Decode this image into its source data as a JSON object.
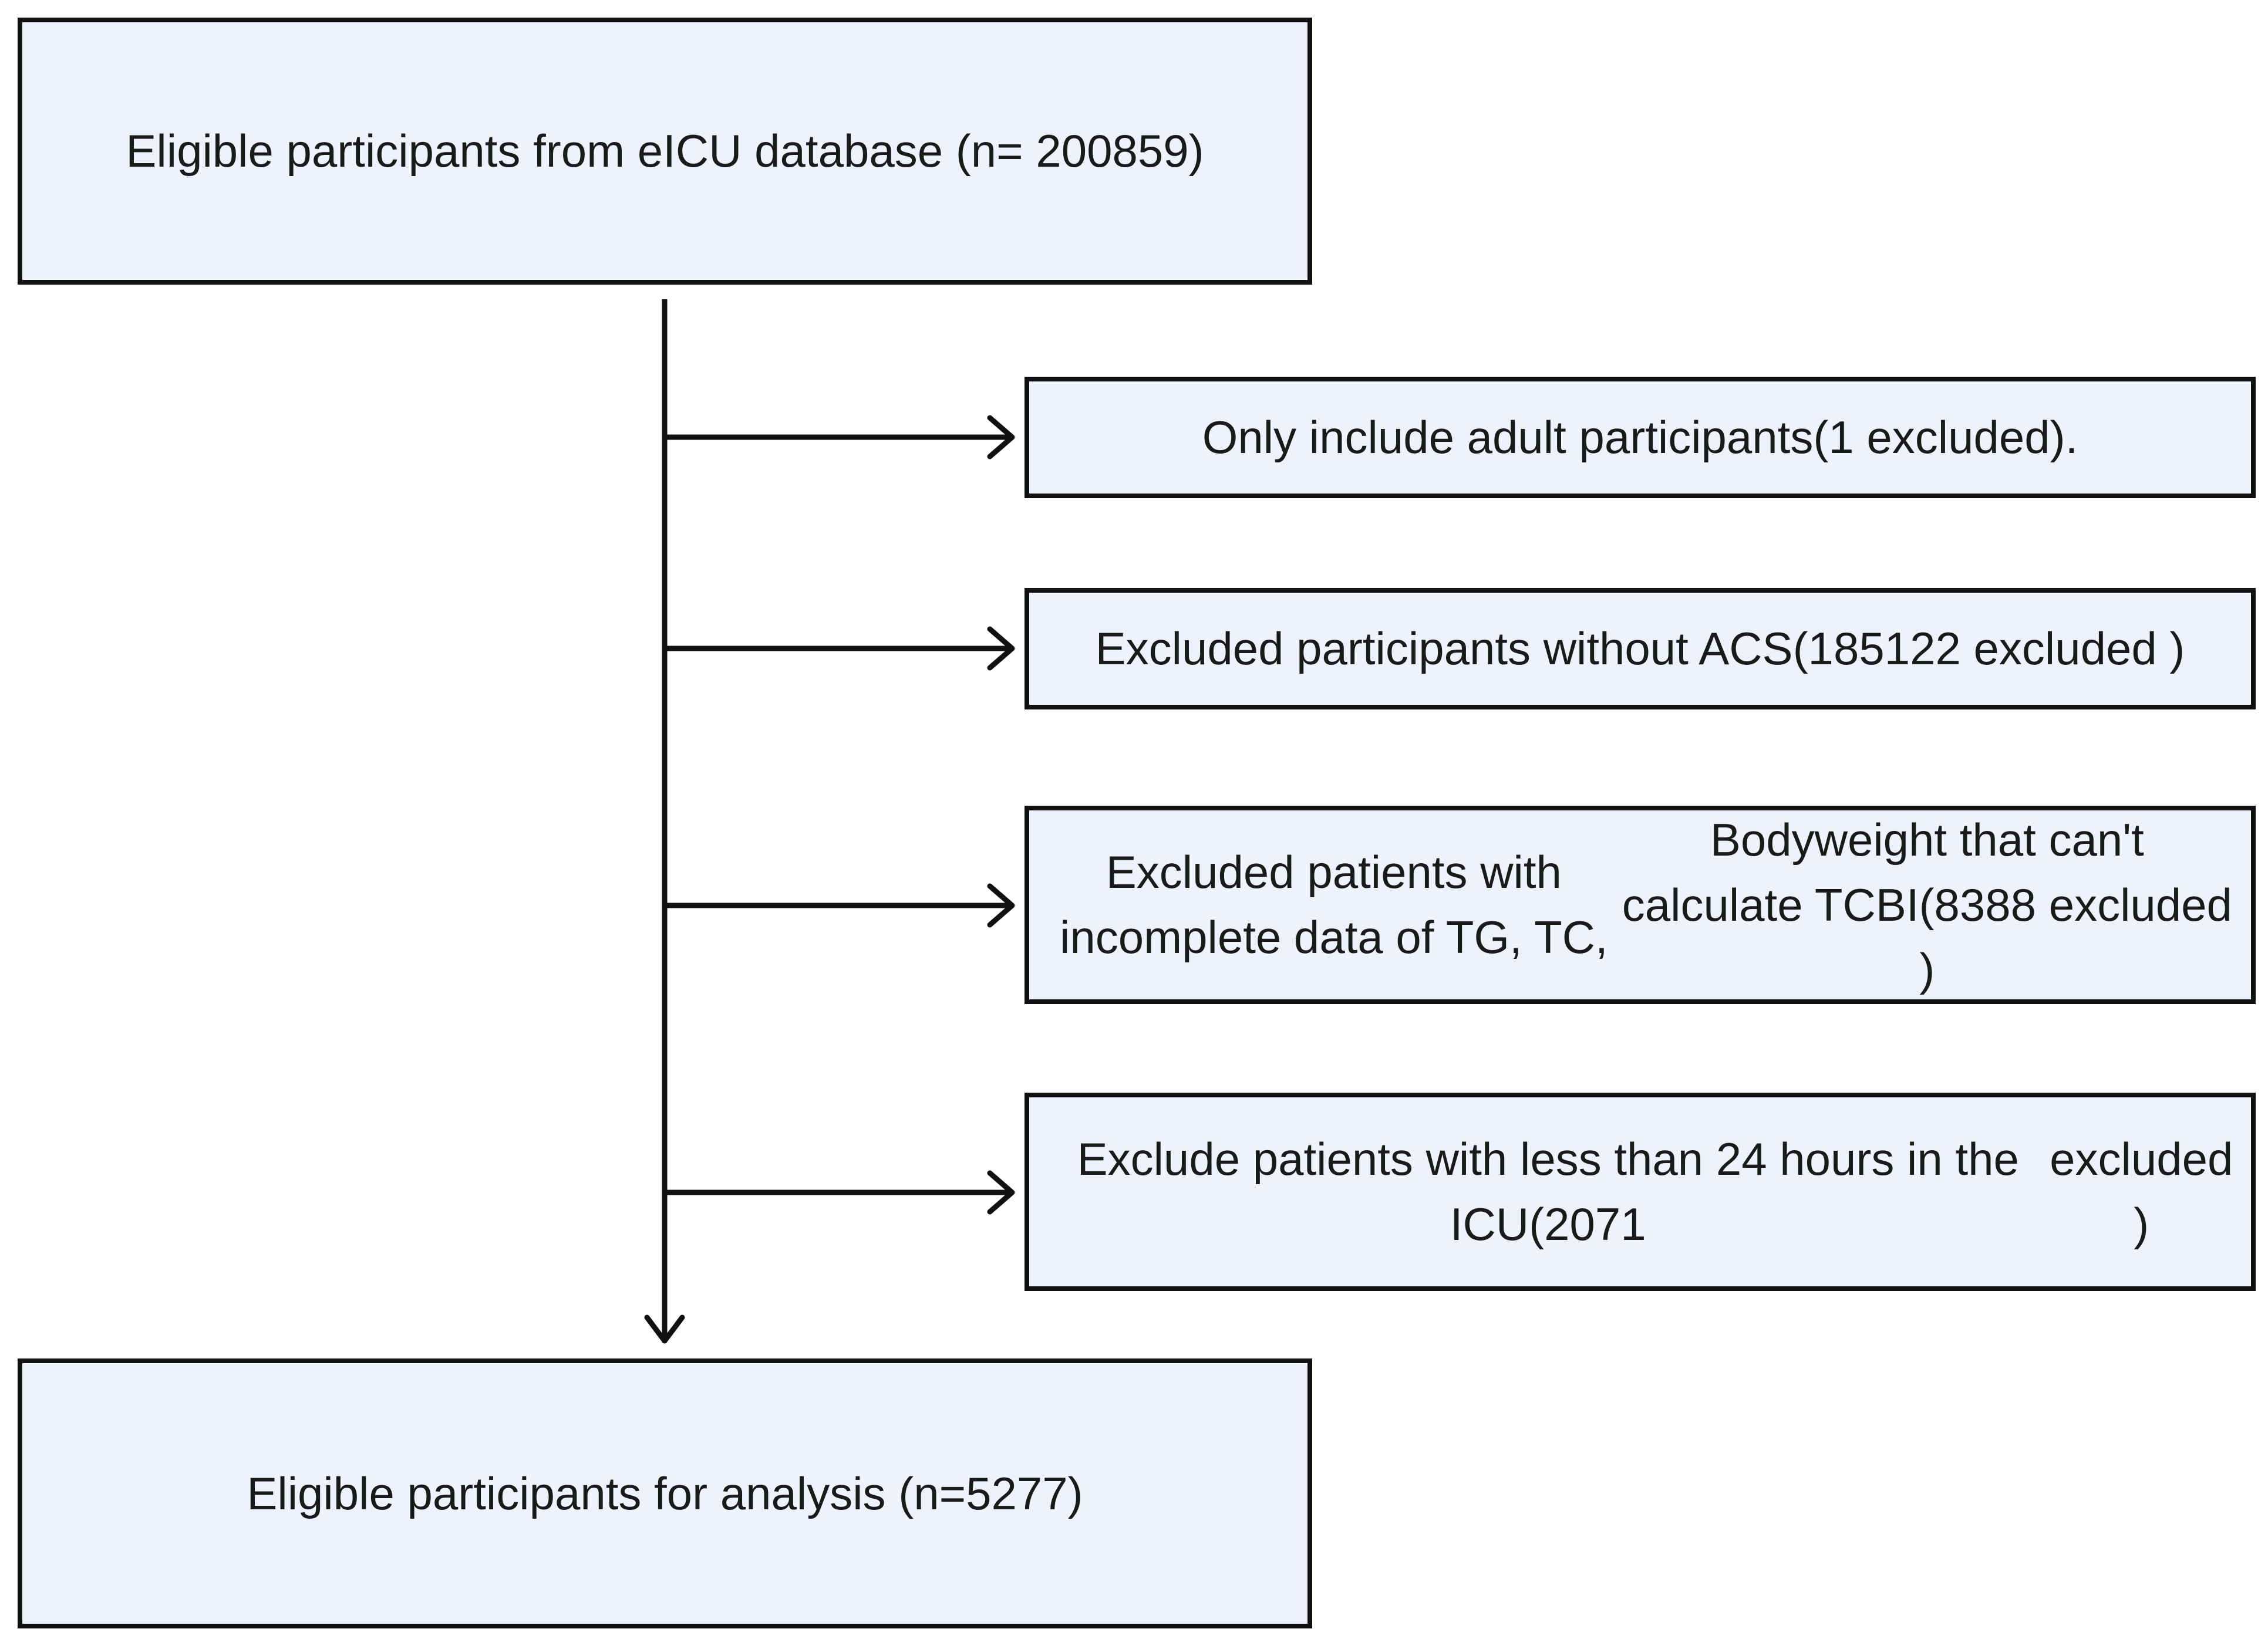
{
  "diagram": {
    "start_box": {
      "text": "Eligible participants from eICU database (n= 200859)"
    },
    "exclusions": [
      {
        "lines": [
          "Only include adult participants(1 excluded)."
        ]
      },
      {
        "lines": [
          "Excluded participants without ACS(185122 excluded )"
        ]
      },
      {
        "lines": [
          "Excluded patients with incomplete data of TG, TC,",
          "Bodyweight that can't calculate TCBI(8388 excluded )"
        ]
      },
      {
        "lines": [
          "Exclude patients with less than 24 hours in the ICU(2071",
          "excluded )"
        ]
      }
    ],
    "end_box": {
      "text": "Eligible participants for analysis (n=5277)"
    },
    "colors": {
      "box_fill": "#eef2fc",
      "box_border": "#111111",
      "arrow": "#111111",
      "text": "#1a1a1a"
    }
  }
}
